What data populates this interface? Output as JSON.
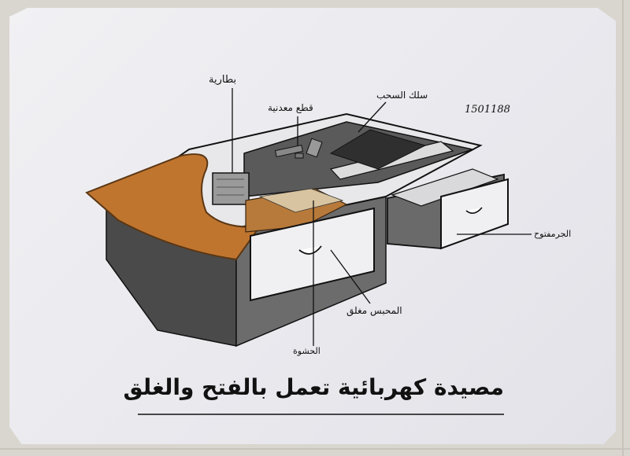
{
  "poster": {
    "serial": "1501188",
    "title": "مصيدة كهربائية تعمل بالفتح والغلق",
    "labels": {
      "battery": "بطارية",
      "metal_pieces": "قطع معدنية",
      "wire": "سلك السحب",
      "bait": "الحشوة",
      "drawer_closed": "المحبس مغلق",
      "drawer_open": "الجرمفتوح"
    }
  }
}
